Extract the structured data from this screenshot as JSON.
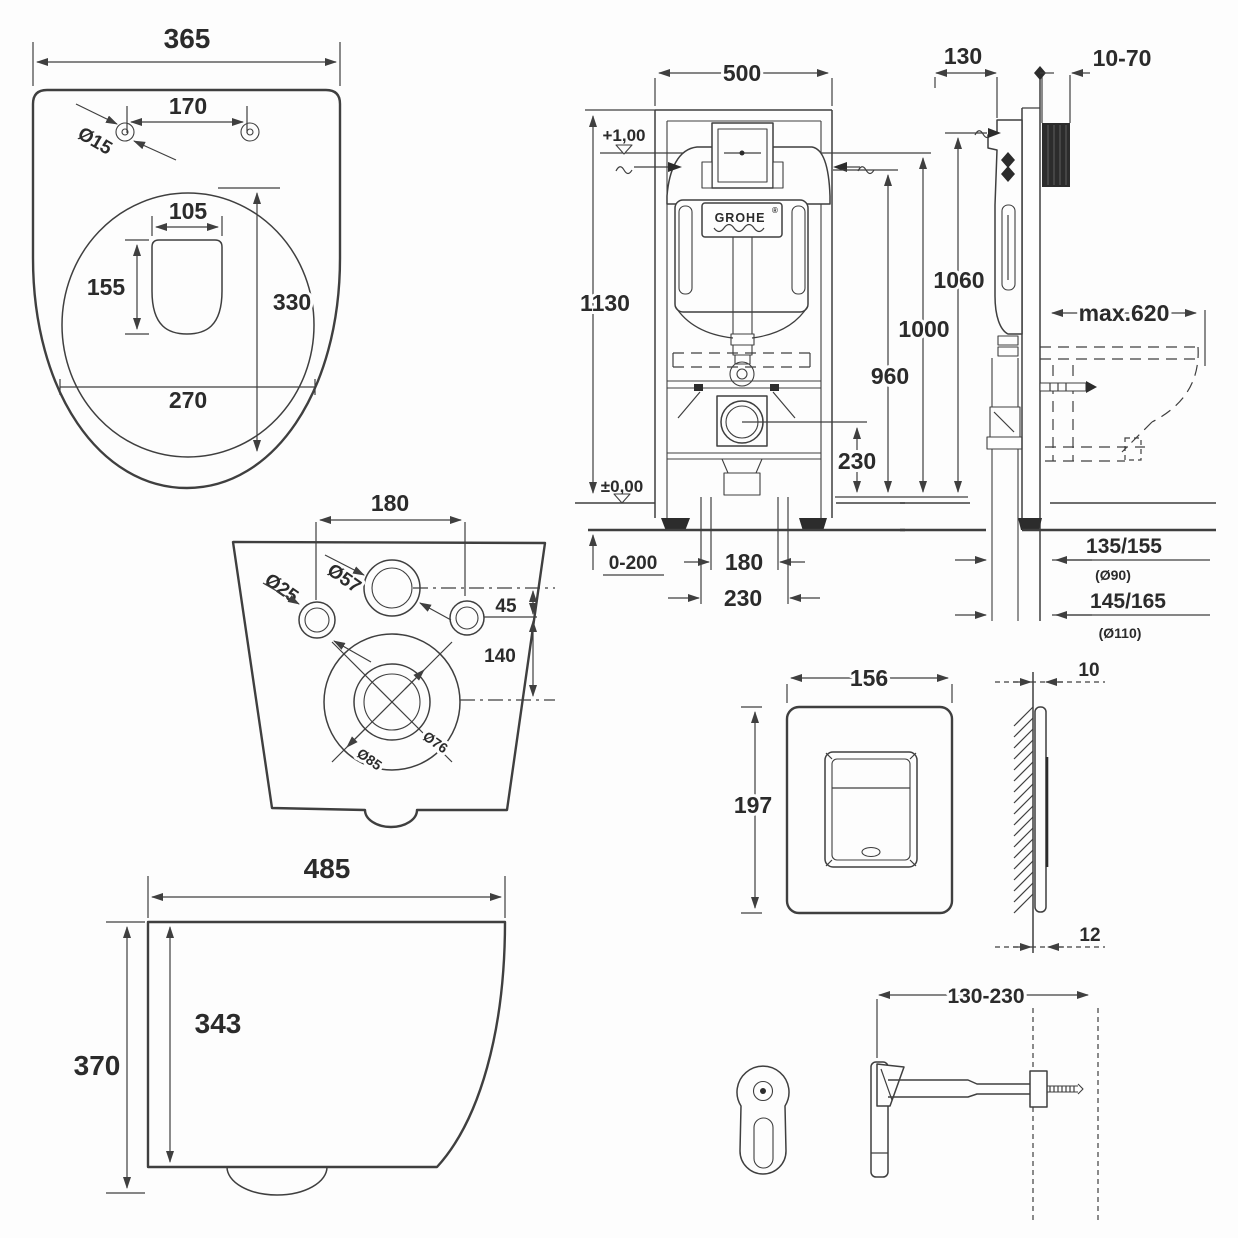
{
  "drawing": {
    "brand": "GROHE",
    "reg": "®",
    "top": {
      "w": "365",
      "holes": "170",
      "hole_d": "Ø15",
      "bowl_w": "105",
      "bowl_d": "155",
      "seat_l": "330",
      "seat_w": "270"
    },
    "rear": {
      "spacing": "180",
      "d25": "Ø25",
      "d57": "Ø57",
      "off45": "45",
      "off140": "140",
      "d76": "Ø76",
      "d85": "Ø85"
    },
    "profile": {
      "depth": "485",
      "inner_h": "343",
      "h": "370"
    },
    "front": {
      "w": "500",
      "h": "1130",
      "lvl1": "+1,00",
      "lvl0": "±0,00",
      "floor": "0-200",
      "s180": "180",
      "s230": "230",
      "r230": "230"
    },
    "side": {
      "d130": "130",
      "wall": "10-70",
      "h1060": "1060",
      "h1000": "1000",
      "h960": "960",
      "max": "max.620",
      "a": "135/155",
      "ad": "(Ø90)",
      "b": "145/165",
      "bd": "(Ø110)"
    },
    "plate": {
      "w": "156",
      "h": "197",
      "t_top": "10",
      "t_bottom": "12"
    },
    "anchor": {
      "range": "130-230"
    }
  }
}
